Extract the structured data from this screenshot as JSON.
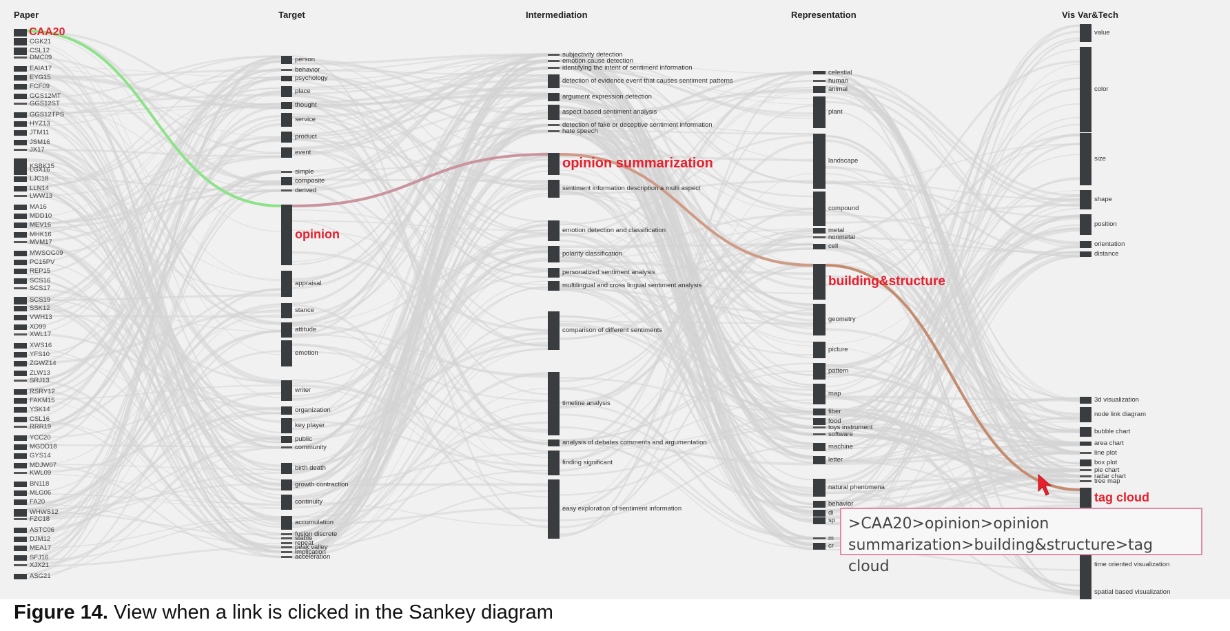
{
  "columns": [
    "Paper",
    "Target",
    "Intermediation",
    "Representation",
    "Vis Var&Tech"
  ],
  "papers": [
    "CAA20",
    "CGK21",
    "CSL12",
    "DMC09",
    "EAIA17",
    "EYG15",
    "FCF09",
    "GGS12MT",
    "GGS12ST",
    "GGS12TPS",
    "HYZ13",
    "JTM11",
    "JSM16",
    "JX17",
    "KSBK15",
    "LGX16",
    "LJC18",
    "LLN14",
    "LWW13",
    "MA16",
    "MDD10",
    "MEV16",
    "MHK16",
    "MVM17",
    "MWSOG09",
    "PC15PV",
    "REP15",
    "SCS16",
    "SCS17",
    "SCS19",
    "SSK12",
    "VWH13",
    "XD99",
    "XWL17",
    "XWS16",
    "YFS10",
    "ZGWZ14",
    "ZLW13",
    "SRJ13",
    "RSRY12",
    "FAKM15",
    "YSK14",
    "CSL16",
    "RRR19",
    "YCC20",
    "MGDD18",
    "GYS14",
    "MDJW07",
    "KWL09",
    "BN118",
    "MLG06",
    "FA20",
    "WHWS12",
    "FZC18",
    "ASTC06",
    "DJM12",
    "MEA17",
    "SFJ16",
    "XJX21",
    "ASG21"
  ],
  "targets": [
    "person",
    "behavior",
    "psychology",
    "place",
    "thought",
    "service",
    "product",
    "event",
    "simple",
    "composite",
    "derived",
    "opinion",
    "appraisal",
    "stance",
    "attitude",
    "emotion",
    "writer",
    "organization",
    "key player",
    "public",
    "community",
    "birth death",
    "growth contraction",
    "continuity",
    "accumulation",
    "fusion discrete",
    "stable",
    "repeat",
    "peak valley",
    "implication",
    "acceleration"
  ],
  "intermediations": [
    "subjectivity detection",
    "emotion cause detection",
    "identifying the intent of sentiment information",
    "detection of evidence event that causes sentiment patterns",
    "argument expression detection",
    "aspect based sentiment analysis",
    "detection of fake or deceptive sentiment information",
    "hate speech",
    "opinion summarization",
    "sentiment information description a multi aspect",
    "emotion detection and classification",
    "polarity classification",
    "personalized sentiment analysis",
    "multilingual and cross lingual sentiment analysis",
    "comparison of different sentiments",
    "timeline analysis",
    "analysis of debates comments and argumentation",
    "finding significant",
    "easy exploration of sentiment information"
  ],
  "representations": [
    "celestial",
    "human",
    "animal",
    "plant",
    "landscape",
    "compound",
    "metal",
    "nonmetal",
    "cell",
    "building&structure",
    "geometry",
    "picture",
    "pattern",
    "map",
    "fiber",
    "food",
    "toys instrument",
    "software",
    "machine",
    "letter",
    "natural phenomena",
    "behavior",
    "di",
    "sp",
    "m",
    "cr"
  ],
  "vistech": [
    "value",
    "color",
    "size",
    "shape",
    "position",
    "orientation",
    "distance",
    "3d visualization",
    "node link diagram",
    "bubble chart",
    "area chart",
    "line plot",
    "box plot",
    "pie chart",
    "radar chart",
    "tree map",
    "tag cloud",
    "time oriented visualization",
    "spatial based visualization"
  ],
  "highlight": {
    "path": [
      "CAA20",
      "opinion",
      "opinion summarization",
      "building&structure",
      "tag cloud"
    ],
    "colors": [
      "#8ee28a",
      "#c9949e",
      "#cf9a86",
      "#c58b6f"
    ]
  },
  "tooltip": {
    "line1": ">CAA20>opinion>opinion",
    "line2": "summarization>building&structure>tag cloud"
  },
  "caption": {
    "bold": "Figure 14.",
    "text": " View when a link is clicked in the Sankey diagram"
  },
  "colors": {
    "background": "#f1f1f1",
    "node": "#3a3d40",
    "link": "#d3d3d3",
    "highlight_text": "#e8202d",
    "tooltip_border": "#e58aa6"
  }
}
